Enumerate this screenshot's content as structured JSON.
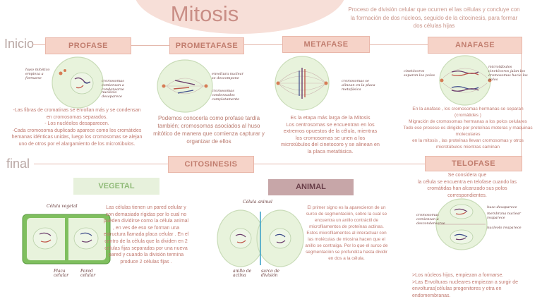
{
  "title": "Mitosis",
  "definition": "Proceso de división celular que ocurren el las células y concluye con la formación de dos núcleos, seguido de la citocinesis, para formar dos células hijas",
  "side_labels": {
    "inicio": "Inicio",
    "final": "final"
  },
  "phases": {
    "profase": "PROFASE",
    "prometafase": "PROMETAFASE",
    "metafase": "METAFASE",
    "anafase": "ANAFASE",
    "telofase": "TELOFASE",
    "citosinesis": "CITOSINESIS"
  },
  "types": {
    "vegetal": "VEGETAL",
    "animal": "ANIMAL"
  },
  "descriptions": {
    "profase": "-Las fibras de cromatinas  se enrollan más y se condensan en cromosomas separados.\n- Los nucléolos desaparecen.\n-Cada cromosoma duplicado aparece como los cromátides  hemanas idénticas unidas, luego los cromosomas se alejan uno de otros por el alargamiento de los microtúbulos.",
    "prometafase": "Podemos conocerla como profase tardía también; cromosomas asociados al huso mitótico de manera que comienza capturar y organizar de ellos",
    "metafase": "Es la etapa más larga de la Mitosis\nLos centrosomas se encuentran en los extremos opuestos de la célula, mientras los cromosomas se unen a los microtúbulos del cinetocoro y se alinean en la placa metafásica.",
    "anafase": "En la anafase , los cromosomas hermanas se separan (cromátides )\nMigración de cromosomas hermanas a los polos celulares\nTodo ese proceso es dirigido por  proteínas motoras y maquinas moleculares\nen la mitosis , las proteínas llevan cromosomas y otros microtúbulos mientras caminan",
    "telofase": "Se considera que\nla célula se encuentra en telofase cuando  las cromátidas han alcanzado sus polos correspondientes.",
    "telofase_bottom": ">Los núcleos hijos, empiezan a formarse.\n>Las Envolturas nucleares empiezan a surgir de envolturas(células progenitores y otra en endomembranas.",
    "vegetal": "Las células tienen un pared celular\ny son demasiado rígidas  por lo cual no pueden dividirse como la célula animal , en ves de eso se forman una estructura llamada placa celular . En el centro de la célula que la dividen en 2 células fijas separadas  por una nueva pared y cuando la división termina produce 2 células fijas .",
    "animal": "El primer signo es la aparecieron de un surco de segmentación, sobre la cual se encuentra un anillo contráctil de microfilamentos de proteínas actinas. Estos microfilamentos al interactuar con las moléculas de miosina hacen que el anillo se contraiga.  Por lo que el surco de segmentación se profundiza hasta dividir en dos a la célula."
  },
  "annotations": {
    "profase_left": "huso mitótico empieza a formarse",
    "profase_right1": "cromosomas comienzan a condensarse",
    "profase_right2": "nucléolo desaparece",
    "prometafase_1": "envoltura nuclear se descompone",
    "prometafase_2": "cromosomas condensados completamente",
    "metafase_1": "cromosomas se alinean en la placa metafásica",
    "anafase_left": "cinetócoros separan los polos",
    "anafase_right": "microtúbulos cinetócoros jalan los cromosomas hacia los polos",
    "telofase_1": "huso desaparece",
    "telofase_2": "membrana nuclear reaparece",
    "telofase_3": "nucleolo reaparece",
    "telofase_left": "cromosomas comienzan a descondensarse",
    "vegetal_title": "Célula vegetal",
    "vegetal_placa": "Placa celular",
    "vegetal_pared": "Pared celular",
    "animal_title": "Célula animal",
    "animal_anillo": "anillo de actina",
    "animal_surco": "surco de división"
  },
  "colors": {
    "peach": "#f6d3c8",
    "cell_fill": "#e8f3dc",
    "vegetal_green": "#7fbf5e",
    "animal_mauve": "#c7a6a8",
    "text_rose": "#c17a70"
  }
}
